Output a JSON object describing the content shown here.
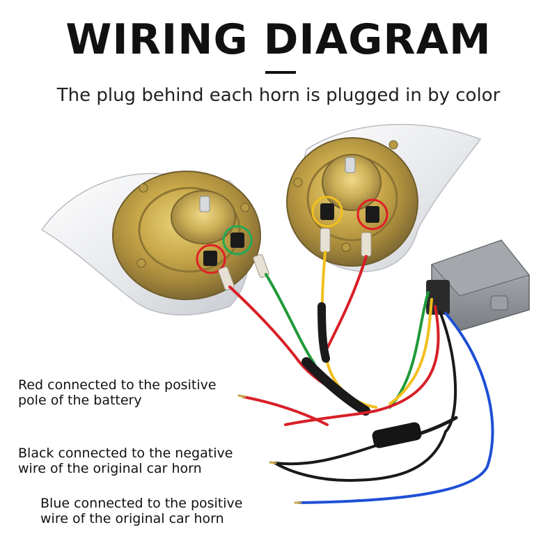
{
  "header": {
    "title": "WIRING DIAGRAM",
    "subtitle": "The plug behind each horn is plugged in by color"
  },
  "labels": {
    "red": {
      "line1": "Red connected to the positive",
      "line2": "pole of the battery"
    },
    "black": {
      "line1": "Black connected to the negative",
      "line2": "wire of the original car horn"
    },
    "blue": {
      "line1": "Blue connected to the positive",
      "line2": "wire of the original car horn"
    }
  },
  "colors": {
    "red_wire": "#d81f26",
    "black_wire": "#1a1a1a",
    "blue_wire": "#1f4fd6",
    "green_wire": "#1f9a3a",
    "yellow_wire": "#f2c01e",
    "horn_body": "#eef0f2",
    "horn_metal": "#c9a94a",
    "relay_box": "#8e9296"
  }
}
